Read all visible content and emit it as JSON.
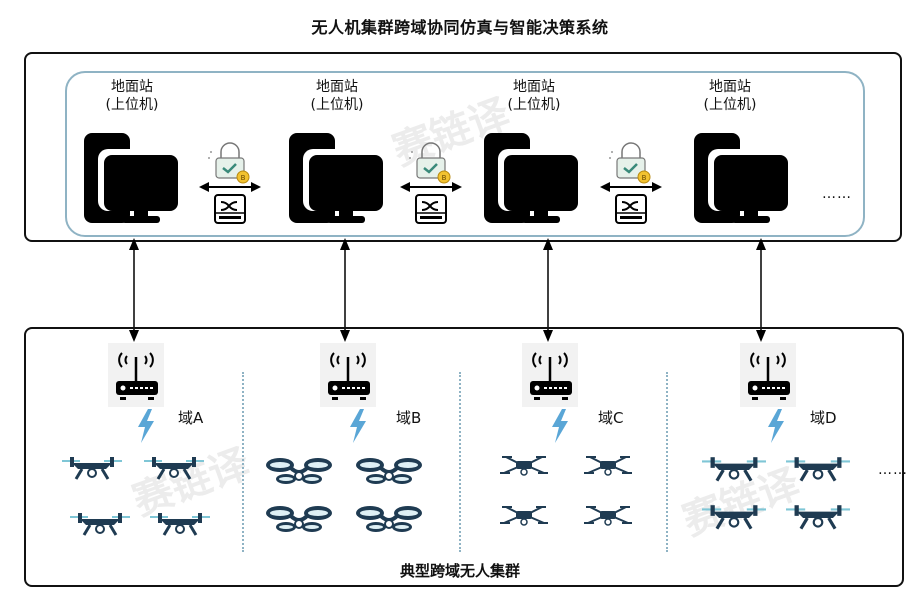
{
  "title": "无人机集群跨域协同仿真与智能决策系统",
  "ground_layer": {
    "stations": [
      {
        "label_line1": "地面站",
        "label_line2": "(上位机)"
      },
      {
        "label_line1": "地面站",
        "label_line2": "(上位机)"
      },
      {
        "label_line1": "地面站",
        "label_line2": "(上位机)"
      },
      {
        "label_line1": "地面站",
        "label_line2": "(上位机)"
      }
    ],
    "links": [
      {
        "icons": [
          "lock-check-icon",
          "bitcoin-icon",
          "bidirectional-arrow-icon",
          "network-switch-icon"
        ]
      },
      {
        "icons": [
          "lock-check-icon",
          "bitcoin-icon",
          "bidirectional-arrow-icon",
          "network-switch-icon"
        ]
      },
      {
        "icons": [
          "lock-check-icon",
          "bitcoin-icon",
          "bidirectional-arrow-icon",
          "network-switch-icon"
        ]
      }
    ],
    "more": "……"
  },
  "swarm_layer": {
    "title": "典型跨域无人集群",
    "domains": [
      {
        "label": "域A",
        "drone_type": "camera-quadcopter",
        "count": 4
      },
      {
        "label": "域B",
        "drone_type": "ducted-fan-drone",
        "count": 4
      },
      {
        "label": "域C",
        "drone_type": "x-frame-quadcopter",
        "count": 4
      },
      {
        "label": "域D",
        "drone_type": "camera-quadcopter-large",
        "count": 4
      }
    ],
    "more": "……"
  },
  "colors": {
    "frame": "#111111",
    "inner_frame": "#8fb3c4",
    "drone": "#1f3b52",
    "propeller": "#7fc6d6",
    "lightning": "#5aa6d6",
    "coin": "#f2c230",
    "lock_check": "#3a8a7a"
  },
  "watermark": "赛链译"
}
